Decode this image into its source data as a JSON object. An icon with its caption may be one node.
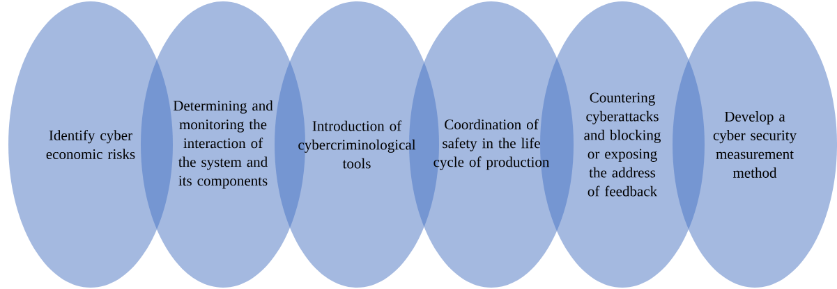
{
  "diagram": {
    "nodes": [
      {
        "text": [
          "Identify cyber economic risks"
        ]
      },
      {
        "text": [
          "Determining and monitoring the interaction of the system and its components"
        ]
      },
      {
        "text": [
          "Introduction of cybercriminological tools"
        ]
      },
      {
        "text": [
          "Coordination of safety in the life cycle of production"
        ]
      },
      {
        "text": [
          "Countering cyberattacks and blocking or exposing the address of feedback"
        ]
      },
      {
        "text": [
          "Develop a cyber security measurement method"
        ]
      }
    ]
  }
}
